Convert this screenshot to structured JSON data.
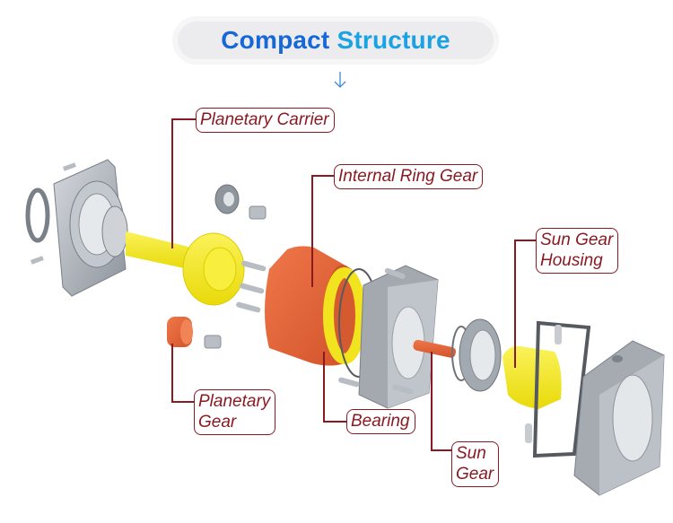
{
  "header": {
    "title_part1": "Compact",
    "title_part2": "Structure",
    "arrow_icon": "arrow-down-icon"
  },
  "colors": {
    "title_blue_dark": "#1668d8",
    "title_blue_light": "#1aa2e4",
    "callout_red": "#8a1a22",
    "part_yellow": "#f5ea1a",
    "part_orange": "#e8643a",
    "part_gray": "#a9aeb5"
  },
  "callouts": [
    {
      "id": "planetary-carrier",
      "label": "Planetary Carrier"
    },
    {
      "id": "internal-ring-gear",
      "label": "Internal Ring Gear"
    },
    {
      "id": "sun-gear-housing",
      "label": "Sun Gear\nHousing"
    },
    {
      "id": "planetary-gear",
      "label": "Planetary\nGear"
    },
    {
      "id": "bearing",
      "label": "Bearing"
    },
    {
      "id": "sun-gear",
      "label": "Sun\nGear"
    }
  ]
}
